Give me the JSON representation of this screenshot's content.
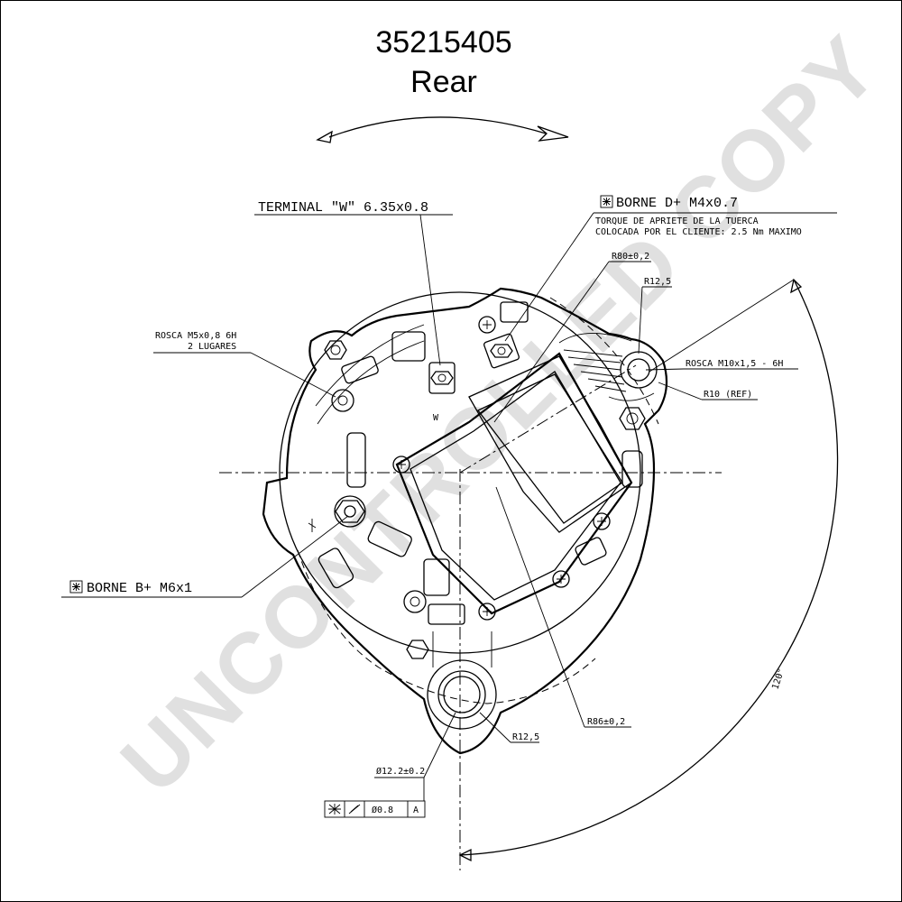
{
  "title": {
    "part_number": "35215405",
    "view": "Rear"
  },
  "labels": {
    "terminal_w": "TERMINAL \"W\" 6.35x0.8",
    "borne_d_plus": "BORNE D+ M4x0.7",
    "torque_line1": "TORQUE DE APRIETE DE LA TUERCA",
    "torque_line2": "COLOCADA POR EL CLIENTE: 2.5 Nm MAXIMO",
    "r80": "R80±0,2",
    "r12_5_top": "R12,5",
    "rosca_m10": "ROSCA M10x1,5 - 6H",
    "r10_ref": "R10 (REF)",
    "rosca_m5_line1": "ROSCA M5x0,8 6H",
    "rosca_m5_line2": "2 LUGARES",
    "borne_b_plus": "BORNE B+ M6x1",
    "r12_5_bottom": "R12,5",
    "r86": "R86±0,2",
    "dia_12_2": "Ø12.2±0.2",
    "tolerance_value": "Ø0.8",
    "datum": "A",
    "angle": "120°",
    "terminal_letter": "W"
  },
  "watermark": "UNCONTROLLED COPY",
  "colors": {
    "line": "#000000",
    "watermark": "#c8c8c8",
    "background": "#ffffff"
  }
}
